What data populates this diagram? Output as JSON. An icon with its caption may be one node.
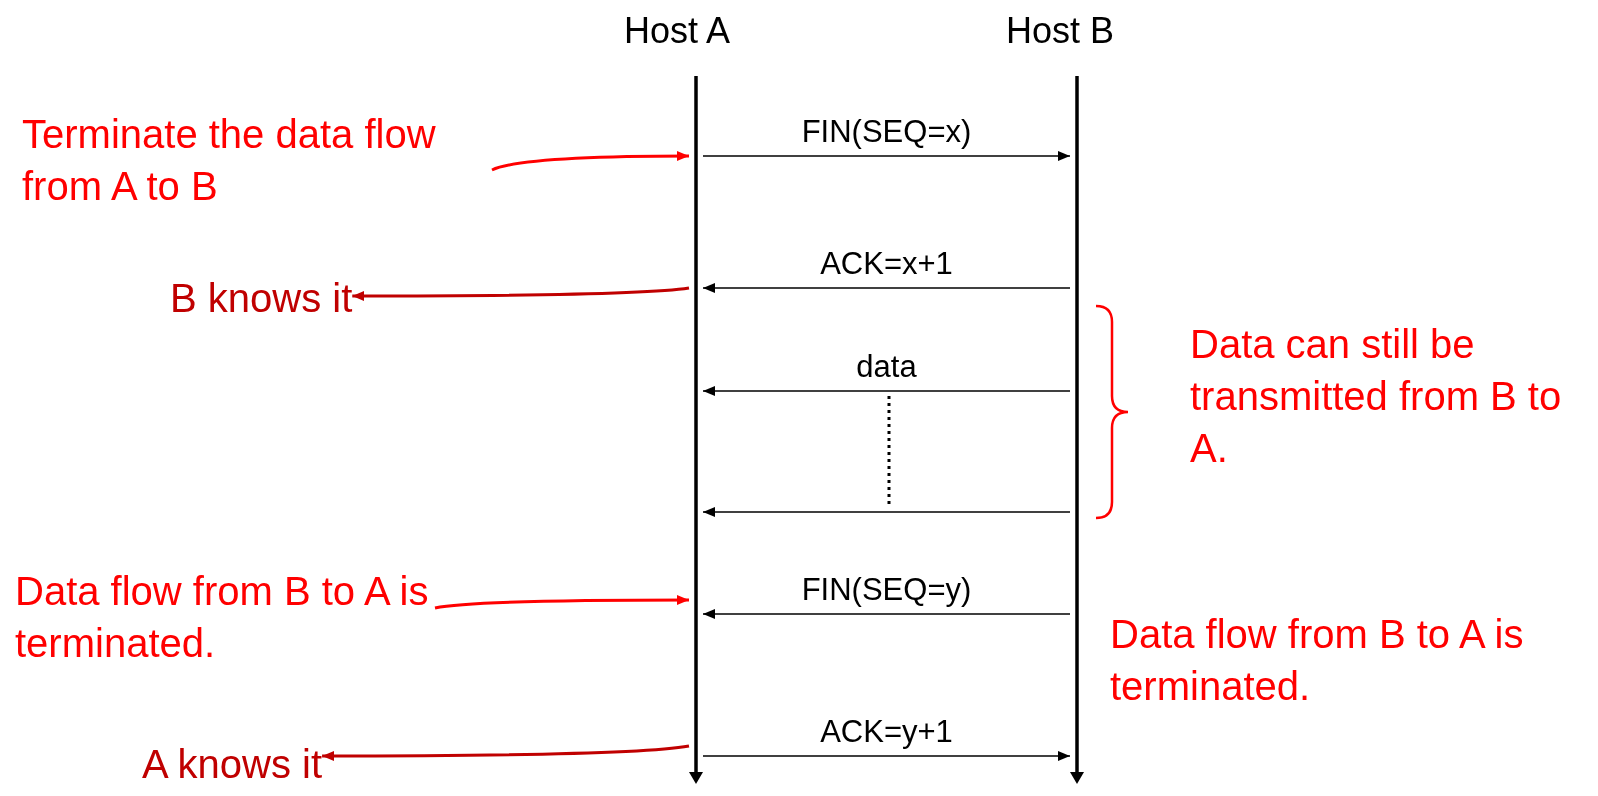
{
  "diagram": {
    "nodes": [
      {
        "text": [],
        "shape": "bar"
      },
      {
        "text": [],
        "shape": "bar"
      },
      {
        "text": [
          "Terminate the data flow from A to B"
        ]
      },
      {
        "text": [
          "B knows it"
        ]
      },
      {
        "text": [
          "Data flow from B to A is terminated."
        ]
      },
      {
        "text": [
          "A knows it"
        ]
      }
    ],
    "edges": [
      {
        "from": 0,
        "to": 1,
        "arrow": "to",
        "label": "FIN(SEQ=x)"
      },
      {
        "from": 1,
        "to": 0,
        "arrow": "to",
        "label": "ACK=x+1"
      },
      {
        "from": 1,
        "to": 0,
        "arrow": "to",
        "label": "data"
      },
      {
        "from": 1,
        "to": 0,
        "arrow": "to"
      },
      {
        "from": 1,
        "to": 0,
        "arrow": "to",
        "label": "FIN(SEQ=y)"
      },
      {
        "from": 0,
        "to": 1,
        "arrow": "to",
        "label": "ACK=y+1"
      },
      {
        "from": 2,
        "to": 0,
        "arrow": "to",
        "color": "#ff0000"
      },
      {
        "from": 0,
        "to": 3,
        "arrow": "to",
        "color": "#c00000"
      },
      {
        "from": 4,
        "to": 0,
        "arrow": "to",
        "color": "#ff0000"
      },
      {
        "from": 0,
        "to": 5,
        "arrow": "to",
        "color": "#c00000"
      }
    ],
    "labels": [
      "Host A",
      "Host B",
      "Data can still be transmitted from B to A.",
      "Data flow from B to A is terminated."
    ]
  }
}
